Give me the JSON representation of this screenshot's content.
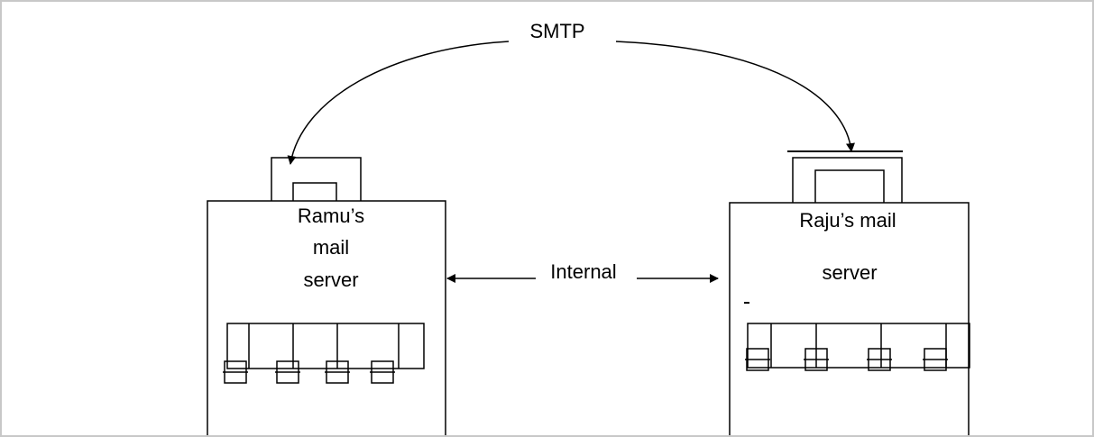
{
  "diagram": {
    "protocol_label": "SMTP",
    "link_label": "Internal",
    "left_server": {
      "line1": "Ramu’s",
      "line2": "mail",
      "line3": "server"
    },
    "right_server": {
      "line1": "Raju’s mail",
      "line2": "server"
    }
  }
}
